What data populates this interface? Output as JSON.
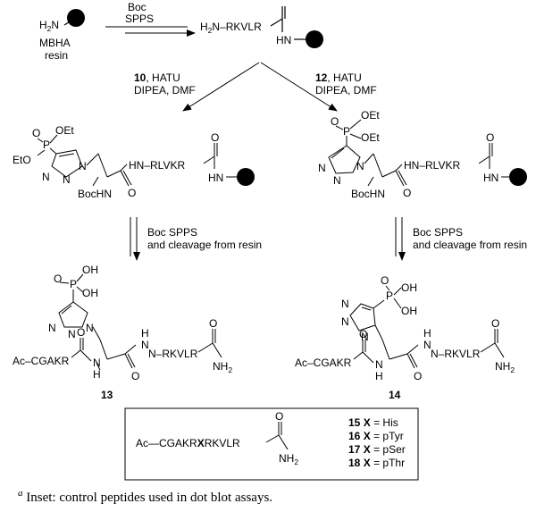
{
  "start": {
    "h2n": "H",
    "h2n_sub": "2",
    "h2n_n": "N",
    "resin_line1": "MBHA",
    "resin_line2": "resin"
  },
  "step1": {
    "line1": "Boc",
    "line2": "SPPS"
  },
  "peptide1": {
    "h2n": "H",
    "h2n_sub": "2",
    "chain": "N–RKVLR",
    "hn": "HN"
  },
  "left_branch": {
    "reagent_num": "10",
    "reagent_line1": ", HATU",
    "reagent_line2": "DIPEA, DMF"
  },
  "right_branch": {
    "reagent_num": "12",
    "reagent_line1": ", HATU",
    "reagent_line2": "DIPEA, DMF"
  },
  "intermediate": {
    "oet": "OEt",
    "eto": "EtO",
    "p": "P",
    "o": "O",
    "n": "N",
    "bochn": "BocHN",
    "hn": "HN",
    "chain_left": "HN–RLVKR",
    "chain_right": "HN–RLVKR"
  },
  "step2": {
    "line1": "Boc SPPS",
    "line2": "and cleavage from resin"
  },
  "product13": {
    "oh1": "OH",
    "oh2": "OH",
    "p": "P",
    "o": "O",
    "n": "N",
    "acseq": "Ac–CGAKR",
    "hn": "N",
    "h": "H",
    "chain": "N–RKVLR",
    "nh2": "NH",
    "nh2_sub": "2",
    "number": "13"
  },
  "product14": {
    "oh1": "OH",
    "oh2": "OH",
    "p": "P",
    "o": "O",
    "n": "N",
    "acseq": "Ac–CGAKR",
    "hn": "N",
    "h": "H",
    "chain": "N–RKVLR",
    "nh2": "NH",
    "nh2_sub": "2",
    "number": "14"
  },
  "inset": {
    "seq_a": "Ac—CGAKR",
    "seq_x": "X",
    "seq_b": "RKVLR",
    "o": "O",
    "nh2": "NH",
    "nh2_sub": "2",
    "controls": [
      {
        "num": "15",
        "x": "X",
        "val": "= His"
      },
      {
        "num": "16",
        "x": "X",
        "val": "= pTyr"
      },
      {
        "num": "17",
        "x": "X",
        "val": "= pSer"
      },
      {
        "num": "18",
        "x": "X",
        "val": "= pThr"
      }
    ]
  },
  "caption": {
    "sup": "a",
    "text": " Inset: control peptides used in dot blot assays."
  }
}
